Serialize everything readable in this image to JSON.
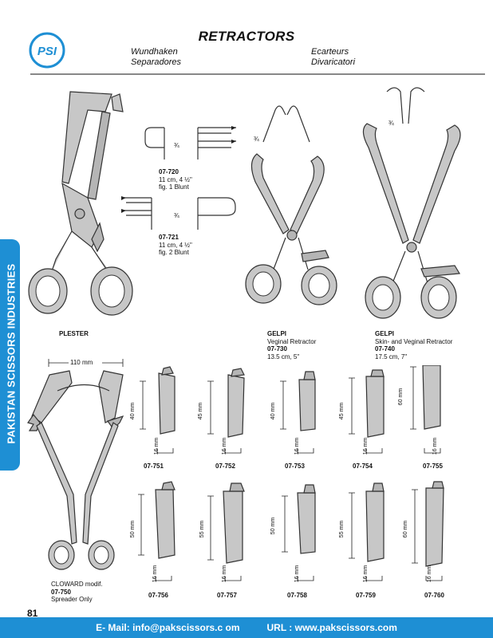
{
  "header": {
    "title": "RETRACTORS",
    "sub_left": [
      "Wundhaken",
      "Separadores"
    ],
    "sub_right": [
      "Ecarteurs",
      "Divaricatori"
    ]
  },
  "sidebar": {
    "text": "PAKISTAN SCISSORS INDUSTRIES"
  },
  "logo": {
    "text": "PSI"
  },
  "products": {
    "p720": {
      "code": "07-720",
      "size": "11 cm, 4 ½\"",
      "fig": "fig. 1 Blunt",
      "scale": "¾"
    },
    "p721": {
      "code": "07-721",
      "size": "11 cm, 4 ½\"",
      "fig": "fig. 2 Blunt",
      "scale": "¾"
    },
    "plester": {
      "name": "PLESTER"
    },
    "gelpi1": {
      "name": "GELPI",
      "desc": "Veginal Retractor",
      "code": "07-730",
      "size": "13.5 cm, 5\"",
      "scale": "¾"
    },
    "gelpi2": {
      "name": "GELPI",
      "desc": "Skin- and Veginal Retractor",
      "code": "07-740",
      "size": "17.5 cm, 7\"",
      "scale": "¾"
    },
    "cloward": {
      "name": "CLOWARD modif.",
      "code": "07-750",
      "desc": "Spreader Only",
      "width": "110 mm"
    },
    "blades_row1": [
      {
        "code": "07-751",
        "len": "40 mm",
        "w": "16 mm"
      },
      {
        "code": "07-752",
        "len": "45 mm",
        "w": "16 mm"
      },
      {
        "code": "07-753",
        "len": "40 mm",
        "w": "16 mm"
      },
      {
        "code": "07-754",
        "len": "45 mm",
        "w": "16 mm"
      },
      {
        "code": "07-755",
        "len": "60 mm",
        "w": "16 mm"
      }
    ],
    "blades_row2": [
      {
        "code": "07-756",
        "len": "50 mm",
        "w": "16 mm"
      },
      {
        "code": "07-757",
        "len": "55 mm",
        "w": "16 mm"
      },
      {
        "code": "07-758",
        "len": "50 mm",
        "w": "16 mm"
      },
      {
        "code": "07-759",
        "len": "55 mm",
        "w": "16 mm"
      },
      {
        "code": "07-760",
        "len": "60 mm",
        "w": "16 mm"
      }
    ]
  },
  "footer": {
    "page": "81",
    "email": "E- Mail: info@pakscissors.c om",
    "url": "URL  :  www.pakscissors.com"
  },
  "colors": {
    "brand": "#1e8fd4"
  }
}
